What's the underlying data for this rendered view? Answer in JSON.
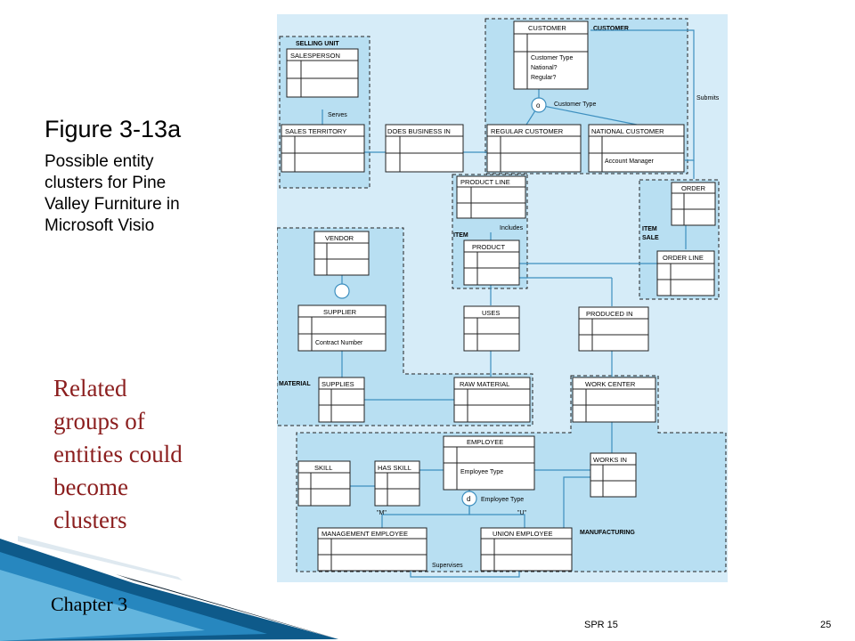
{
  "caption": {
    "title": "Figure 3-13a",
    "lines": [
      "Possible entity",
      "clusters for Pine",
      "Valley Furniture in",
      "Microsoft Visio"
    ]
  },
  "note_lines": [
    "Related",
    "groups of",
    "entities could",
    "become",
    "clusters"
  ],
  "chapter": "Chapter 3",
  "footer": {
    "term": "SPR 15",
    "page": "25"
  },
  "colors": {
    "diagram_bg": "#d6ecf8",
    "cluster_bg": "#b8dff2",
    "note": "#8b1e1e",
    "line": "#3d8fbf"
  },
  "diagram": {
    "clusters": {
      "selling_unit": "SELLING UNIT",
      "customer": "CUSTOMER",
      "item": "ITEM",
      "item_sale": [
        "ITEM",
        "SALE"
      ],
      "material": "MATERIAL",
      "manufacturing": "MANUFACTURING"
    },
    "entities": {
      "salesperson": "SALESPERSON",
      "sales_territory": "SALES TERRITORY",
      "does_business_in": "DOES BUSINESS IN",
      "customer": "CUSTOMER",
      "regular_customer": "REGULAR CUSTOMER",
      "national_customer": "NATIONAL CUSTOMER",
      "product_line": "PRODUCT LINE",
      "product": "PRODUCT",
      "order": "ORDER",
      "order_line": "ORDER LINE",
      "vendor": "VENDOR",
      "supplier": "SUPPLIER",
      "uses": "USES",
      "produced_in": "PRODUCED IN",
      "supplies": "SUPPLIES",
      "raw_material": "RAW MATERIAL",
      "work_center": "WORK CENTER",
      "employee": "EMPLOYEE",
      "skill": "SKILL",
      "has_skill": "HAS SKILL",
      "works_in": "WORKS IN",
      "management_employee": "MANAGEMENT EMPLOYEE",
      "union_employee": "UNION EMPLOYEE"
    },
    "attributes": {
      "customer_type": "Customer Type",
      "national": "National?",
      "regular": "Regular?",
      "account_manager": "Account Manager",
      "contract_number": "Contract Number",
      "employee_type": "Employee Type"
    },
    "labels": {
      "serves": "Serves",
      "submits": "Submits",
      "customer_type_sub": "Customer Type",
      "includes": "Includes",
      "employee_type_sub": "Employee Type",
      "m": "\"M\"",
      "u": "\"U\"",
      "supervises": "Supervises",
      "o": "o",
      "d": "d"
    }
  }
}
